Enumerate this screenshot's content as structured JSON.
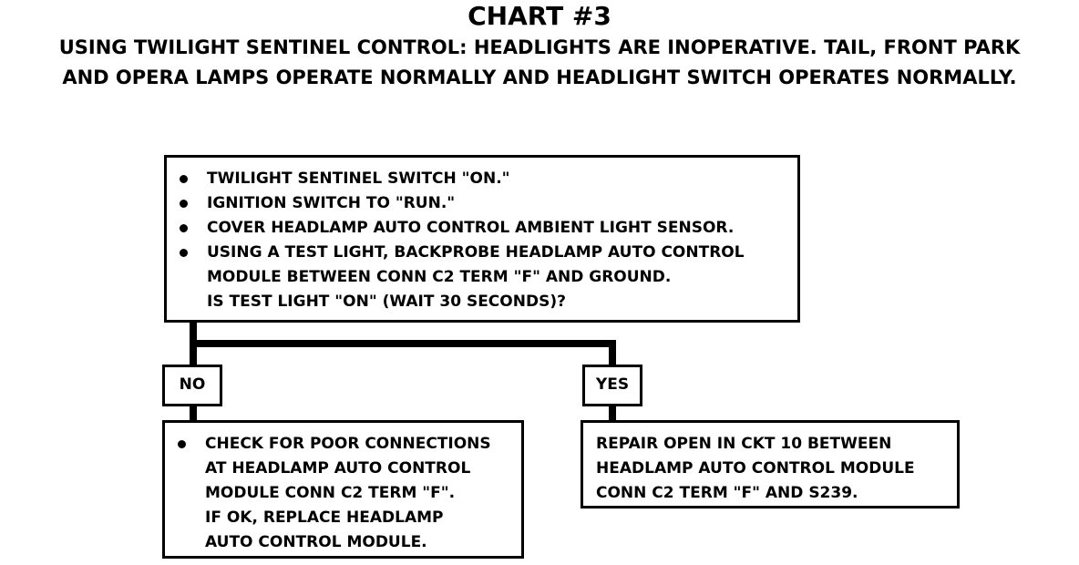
{
  "title": "CHART #3",
  "subtitle": {
    "line1": "USING TWILIGHT SENTINEL CONTROL:  HEADLIGHTS ARE INOPERATIVE.  TAIL, FRONT PARK",
    "line2": "AND OPERA LAMPS OPERATE NORMALLY AND HEADLIGHT SWITCH OPERATES NORMALLY."
  },
  "main_box": {
    "items": [
      "TWILIGHT SENTINEL SWITCH \"ON.\"",
      "IGNITION SWITCH TO \"RUN.\"",
      "COVER HEADLAMP AUTO CONTROL AMBIENT LIGHT SENSOR.",
      "USING A TEST LIGHT, BACKPROBE HEADLAMP AUTO CONTROL"
    ],
    "continuation": [
      "MODULE BETWEEN CONN C2 TERM \"F\" AND GROUND.",
      "IS TEST LIGHT \"ON\" (WAIT 30 SECONDS)?"
    ]
  },
  "branches": {
    "no_label": "NO",
    "yes_label": "YES"
  },
  "no_result": {
    "bullet_line": "CHECK FOR POOR CONNECTIONS",
    "lines": [
      "AT HEADLAMP AUTO CONTROL",
      "MODULE CONN C2 TERM \"F\".",
      "IF OK, REPLACE HEADLAMP",
      "AUTO CONTROL MODULE."
    ]
  },
  "yes_result": {
    "lines": [
      "REPAIR OPEN IN CKT 10 BETWEEN",
      "HEADLAMP AUTO CONTROL MODULE",
      "CONN C2 TERM \"F\" AND S239."
    ]
  }
}
